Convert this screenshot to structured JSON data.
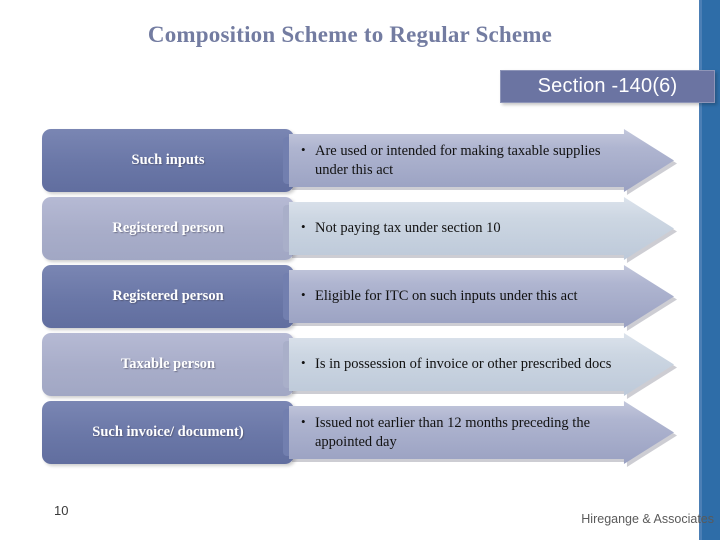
{
  "slide": {
    "title": "Composition Scheme to Regular Scheme",
    "title_color": "#737CA1",
    "background_color": "#FFFFFF",
    "accent_bar_color": "#2E6DA8"
  },
  "section_badge": {
    "label": "Section -140(6)",
    "background_color": "#6B74A2",
    "text_color": "#FFFFFF"
  },
  "rows": [
    {
      "label": "Such inputs",
      "label_style": "dark",
      "arrow_style": "dark",
      "bullet": "Are used or intended for making taxable supplies under this act"
    },
    {
      "label": "Registered person",
      "label_style": "light",
      "arrow_style": "light",
      "bullet": "Not paying tax under section 10"
    },
    {
      "label": "Registered person",
      "label_style": "dark",
      "arrow_style": "dark",
      "bullet": "Eligible for ITC on such inputs under this act"
    },
    {
      "label": "Taxable person",
      "label_style": "light",
      "arrow_style": "light",
      "bullet": "Is in possession of invoice or other prescribed docs"
    },
    {
      "label": "Such invoice/ document)",
      "label_style": "dark",
      "arrow_style": "dark",
      "bullet": "Issued not earlier than 12 months preceding the appointed day"
    }
  ],
  "footer": {
    "page_number": "10",
    "credit": "Hiregange & Associates"
  }
}
